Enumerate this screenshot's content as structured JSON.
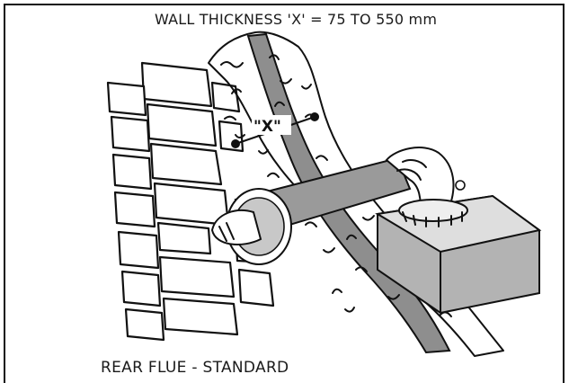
{
  "title": "WALL THICKNESS 'X' = 75 TO 550 mm",
  "dimension_label": "\"X\"",
  "caption": "REAR FLUE - STANDARD",
  "colors": {
    "ink": "#111111",
    "wall_core": "#8e8e8e",
    "flue_pipe": "#9a9a9a",
    "boiler": "#b3b3b3",
    "background": "#ffffff"
  }
}
